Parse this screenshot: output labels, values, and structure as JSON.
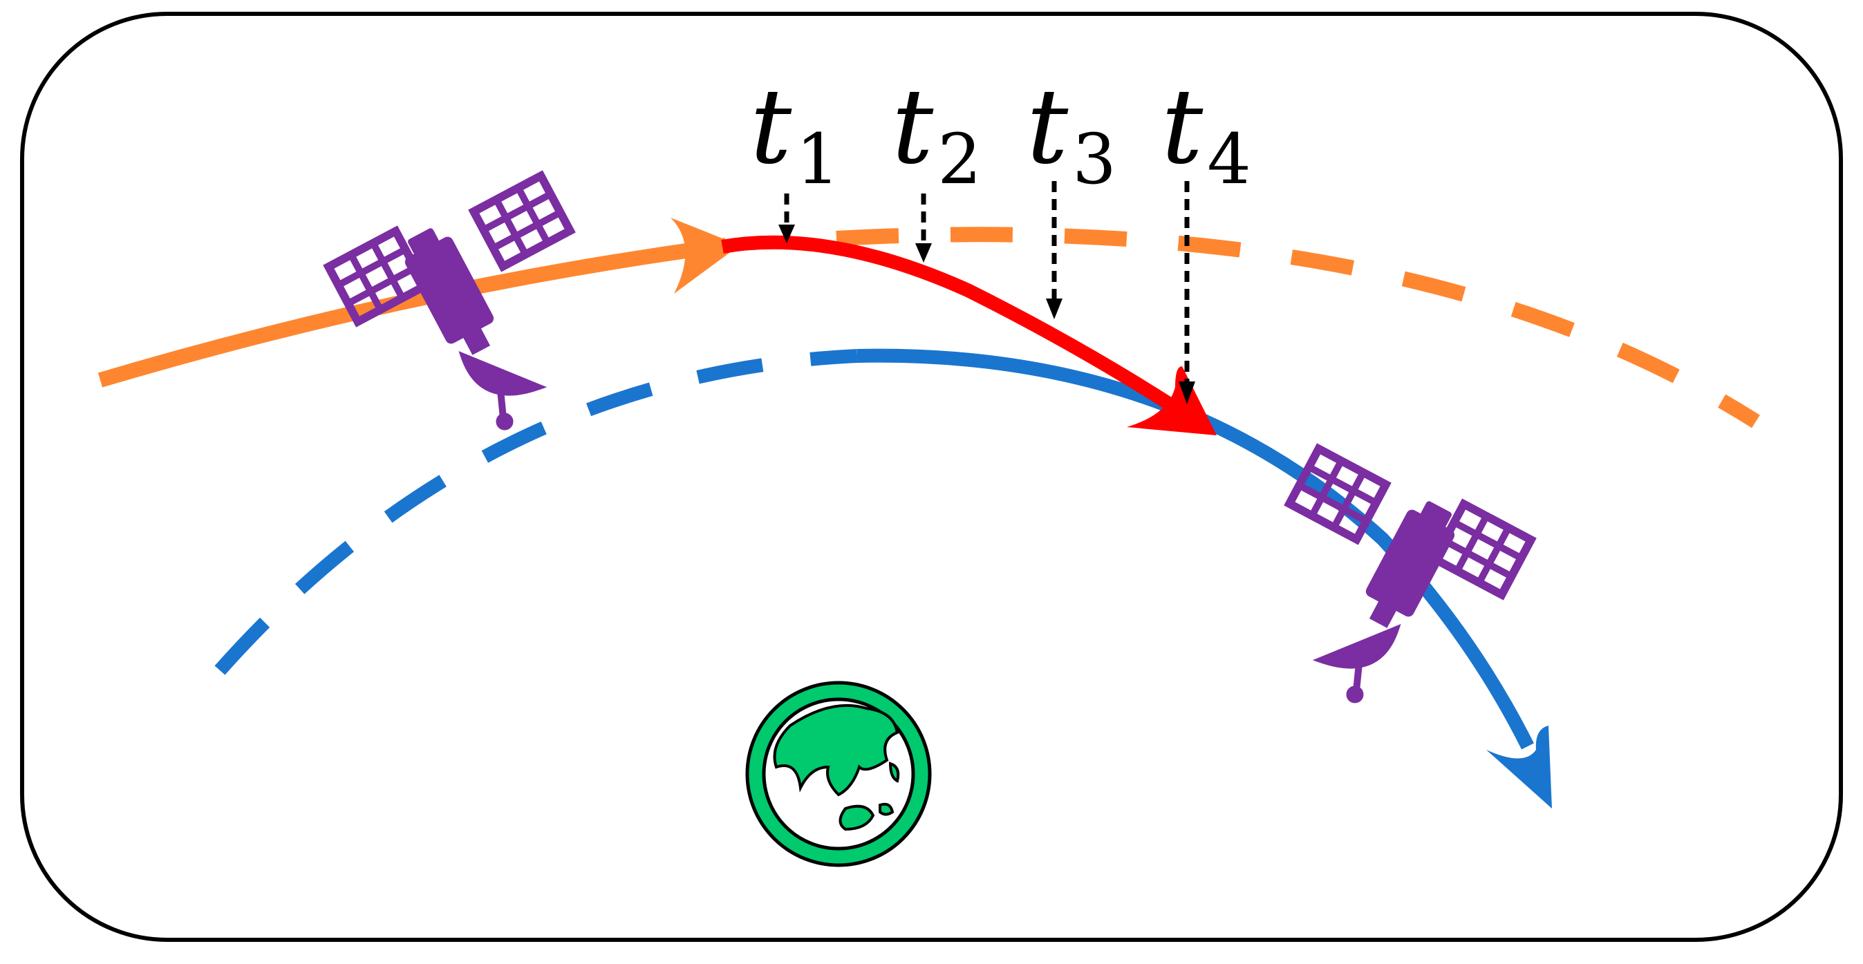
{
  "colors": {
    "frame": "#000000",
    "orbit_upper": "#ff8630",
    "orbit_lower": "#1a75cf",
    "transfer": "#ff0000",
    "satellite": "#7a2ea1",
    "earth": "#00c96e",
    "time_marker": "#000000"
  },
  "icons": {
    "satellite": "satellite-icon",
    "earth": "earth-globe-icon"
  },
  "time_labels": [
    {
      "base": "t",
      "sub": "1"
    },
    {
      "base": "t",
      "sub": "2"
    },
    {
      "base": "t",
      "sub": "3"
    },
    {
      "base": "t",
      "sub": "4"
    }
  ]
}
